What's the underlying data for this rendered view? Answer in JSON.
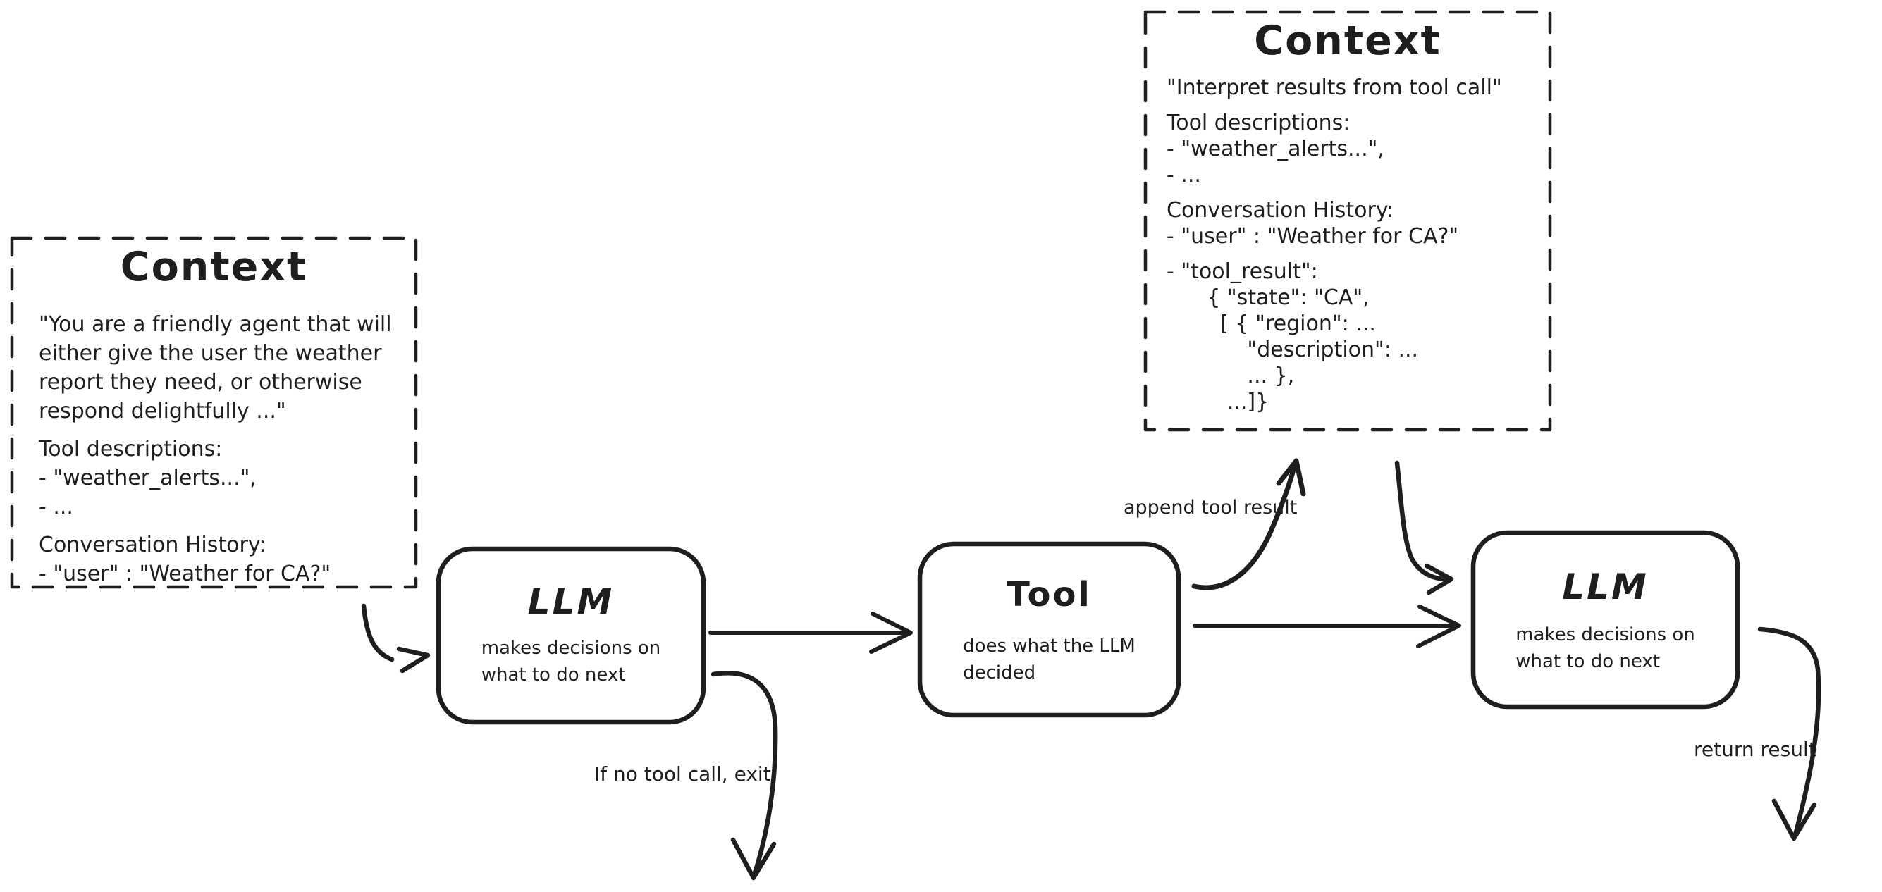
{
  "canvas": {
    "background": "#ffffff",
    "ink_color": "#1e1e1e"
  },
  "context_left": {
    "title": "Context",
    "lines": [
      "\"You are a friendly agent that will",
      "either give the user the weather",
      "report they need, or otherwise",
      "respond delightfully ...\"",
      "",
      "Tool descriptions:",
      "- \"weather_alerts...\",",
      "- ...",
      "",
      "Conversation History:",
      "- \"user\" : \"Weather for CA?\""
    ]
  },
  "context_right": {
    "title": "Context",
    "lines": [
      "\"Interpret results from tool call\"",
      "",
      "Tool descriptions:",
      "- \"weather_alerts...\",",
      "- ...",
      "",
      "Conversation History:",
      "- \"user\" : \"Weather for CA?\"",
      "",
      "- \"tool_result\":",
      "      { \"state\": \"CA\",",
      "        [ { \"region\": ...",
      "            \"description\": ...",
      "            ... },",
      "         ...]}"
    ]
  },
  "nodes": {
    "llm1": {
      "title": "LLM",
      "subtitle_line1": "makes decisions on",
      "subtitle_line2": "what to do next"
    },
    "tool": {
      "title": "Tool",
      "subtitle_line1": "does what the LLM",
      "subtitle_line2": "decided"
    },
    "llm2": {
      "title": "LLM",
      "subtitle_line1": "makes decisions on",
      "subtitle_line2": "what to do next"
    }
  },
  "labels": {
    "append_tool_result": "append tool result",
    "if_no_tool_call_exit": "If no tool call, exit",
    "return_result": "return result"
  }
}
